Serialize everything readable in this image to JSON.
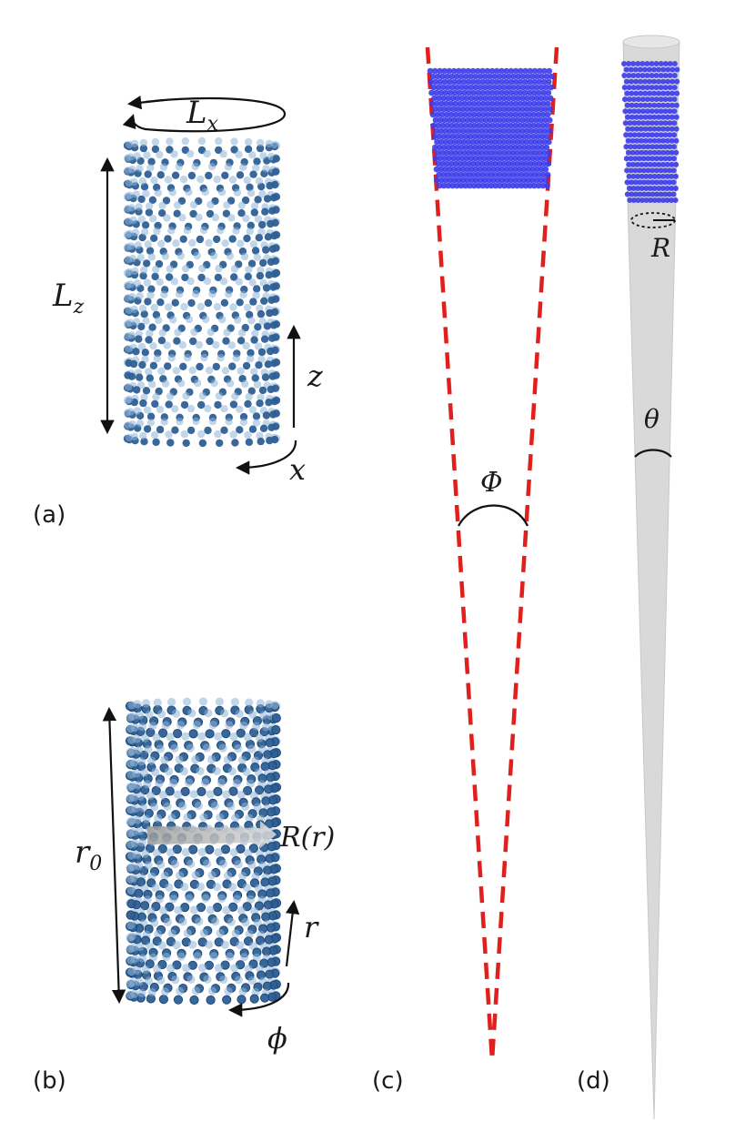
{
  "panels": [
    {
      "id": "a",
      "label": "(a)",
      "symbols": {
        "width": "L",
        "width_sub": "x",
        "height": "L",
        "height_sub": "z",
        "axis_vertical": "z",
        "axis_horizontal": "x"
      }
    },
    {
      "id": "b",
      "label": "(b)",
      "symbols": {
        "height": "r",
        "height_sub": "0",
        "arrow_label": "R(r)",
        "axis_vertical": "r",
        "axis_horizontal": "ϕ"
      }
    },
    {
      "id": "c",
      "label": "(c)",
      "symbols": {
        "angle": "Φ"
      }
    },
    {
      "id": "d",
      "label": "(d)",
      "symbols": {
        "radius": "R",
        "angle": "θ"
      }
    }
  ],
  "colors": {
    "bead_dark": "#2e5f93",
    "bead_light": "#8fb4d8",
    "patch_blue": "#3b3bea",
    "cone_line": "#e0201c",
    "cone_gray": "#d9d9d9",
    "text": "#1a1a1a"
  }
}
